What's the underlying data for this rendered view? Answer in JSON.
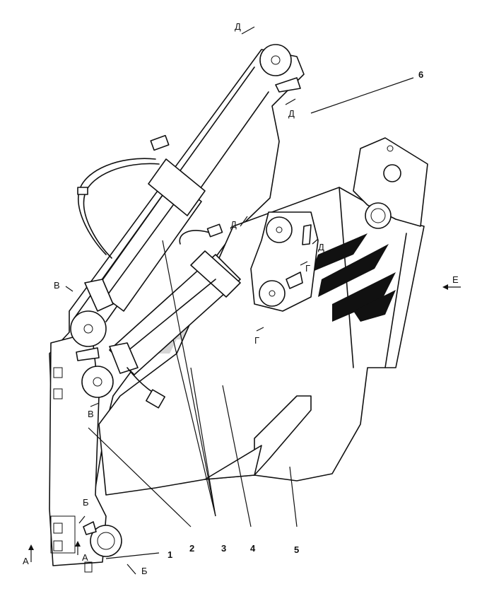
{
  "diagram": {
    "section_marks": {
      "A_left": "А",
      "A_right": "А",
      "B_top": "Б",
      "B_bottom": "Б",
      "V_left": "В",
      "V_lower": "В",
      "G_upper": "Г",
      "G_lower": "Г",
      "D_top": "Д",
      "D_upper": "Д",
      "D_mid": "Д",
      "D_right": "Д",
      "E": "Е"
    },
    "callouts": [
      "1",
      "2",
      "3",
      "4",
      "5",
      "6"
    ],
    "colors": {
      "ink": "#111111",
      "watermark": "#c8c8c8"
    }
  }
}
